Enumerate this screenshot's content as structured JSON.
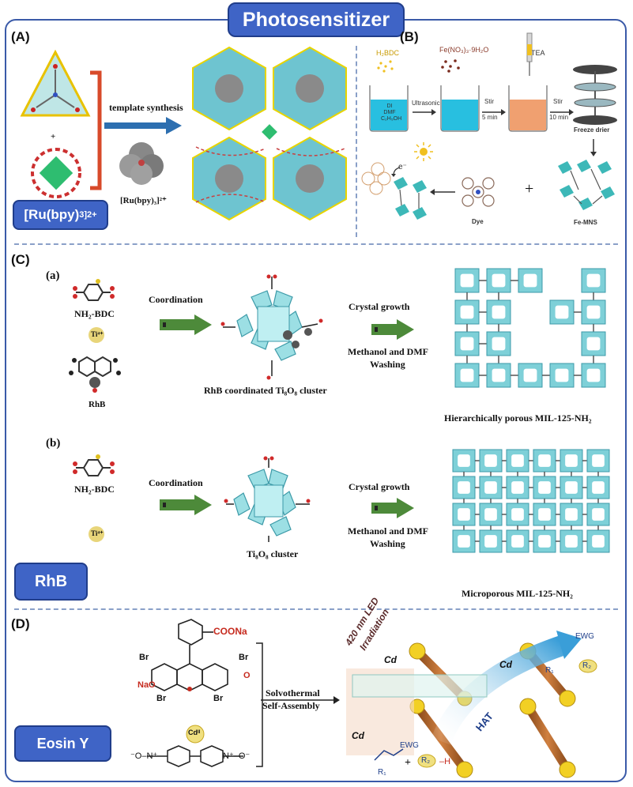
{
  "title": "Photosensitizer",
  "panels": {
    "A": {
      "label": "(A)",
      "arrow_text": "template synthesis",
      "complex_label": "[Ru(bpy)₃]²⁺",
      "box_text_main": "[Ru(bpy)",
      "box_text_sub": "3",
      "box_text_sup": "]2+",
      "plus": "+"
    },
    "B": {
      "label": "(B)",
      "reagent1": "H₂BDC",
      "reagent2": "Fe(NO₃)₃·9H₂O",
      "reagent3": "TEA",
      "beaker_text": [
        "DI",
        "DMF",
        "C₂H₅OH"
      ],
      "step1": "Ultrasonic",
      "step2_a": "Stir",
      "step2_b": "5 min",
      "step3_a": "Stir",
      "step3_b": "10 min",
      "freeze": "Freeze drier",
      "product": "Fe-MNS",
      "dye": "Dye",
      "electron": "e⁻",
      "plus": "+"
    },
    "C": {
      "label": "(C)",
      "a": {
        "label": "(a)",
        "linker": "NH₂-BDC",
        "metal": "Ti⁴⁺",
        "dye": "RhB",
        "step1": "Coordination",
        "cluster": "RhB coordinated Ti₈O₈ cluster",
        "step2": "Crystal growth",
        "wash1": "Methanol and DMF",
        "wash2": "Washing",
        "product": "Hierarchically porous MIL-125-NH₂"
      },
      "b": {
        "label": "(b)",
        "linker": "NH₂-BDC",
        "metal": "Ti⁴⁺",
        "step1": "Coordination",
        "cluster": "Ti₈O₈ cluster",
        "step2": "Crystal growth",
        "wash1": "Methanol and DMF",
        "wash2": "Washing",
        "product": "Microporous MIL-125-NH₂"
      },
      "box_text": "RhB"
    },
    "D": {
      "label": "(D)",
      "coona": "COONa",
      "naO": "NaO",
      "br": "Br",
      "oxo": "O",
      "cd": "Cdᴵᴵ",
      "step": "Solvothermal",
      "step2": "Self-Assembly",
      "irradiation1": "420 nm LED",
      "irradiation2": "Irradiation",
      "hat": "HAT",
      "ewg": "EWG",
      "r1": "R₁",
      "r2": "R₂",
      "cd_node": "Cd",
      "box_text": "Eosin Y",
      "n_oxide_left": "⁻O–N⁺",
      "n_oxide_right": "N⁺–O⁻"
    }
  },
  "colors": {
    "accent": "#3f64c6",
    "border": "#3a5aa8",
    "teal": "#4fbfc7",
    "green_arrow": "#3f7a2e",
    "brown": "#b5651d",
    "gold": "#e8b915",
    "red": "#c62b1f"
  }
}
